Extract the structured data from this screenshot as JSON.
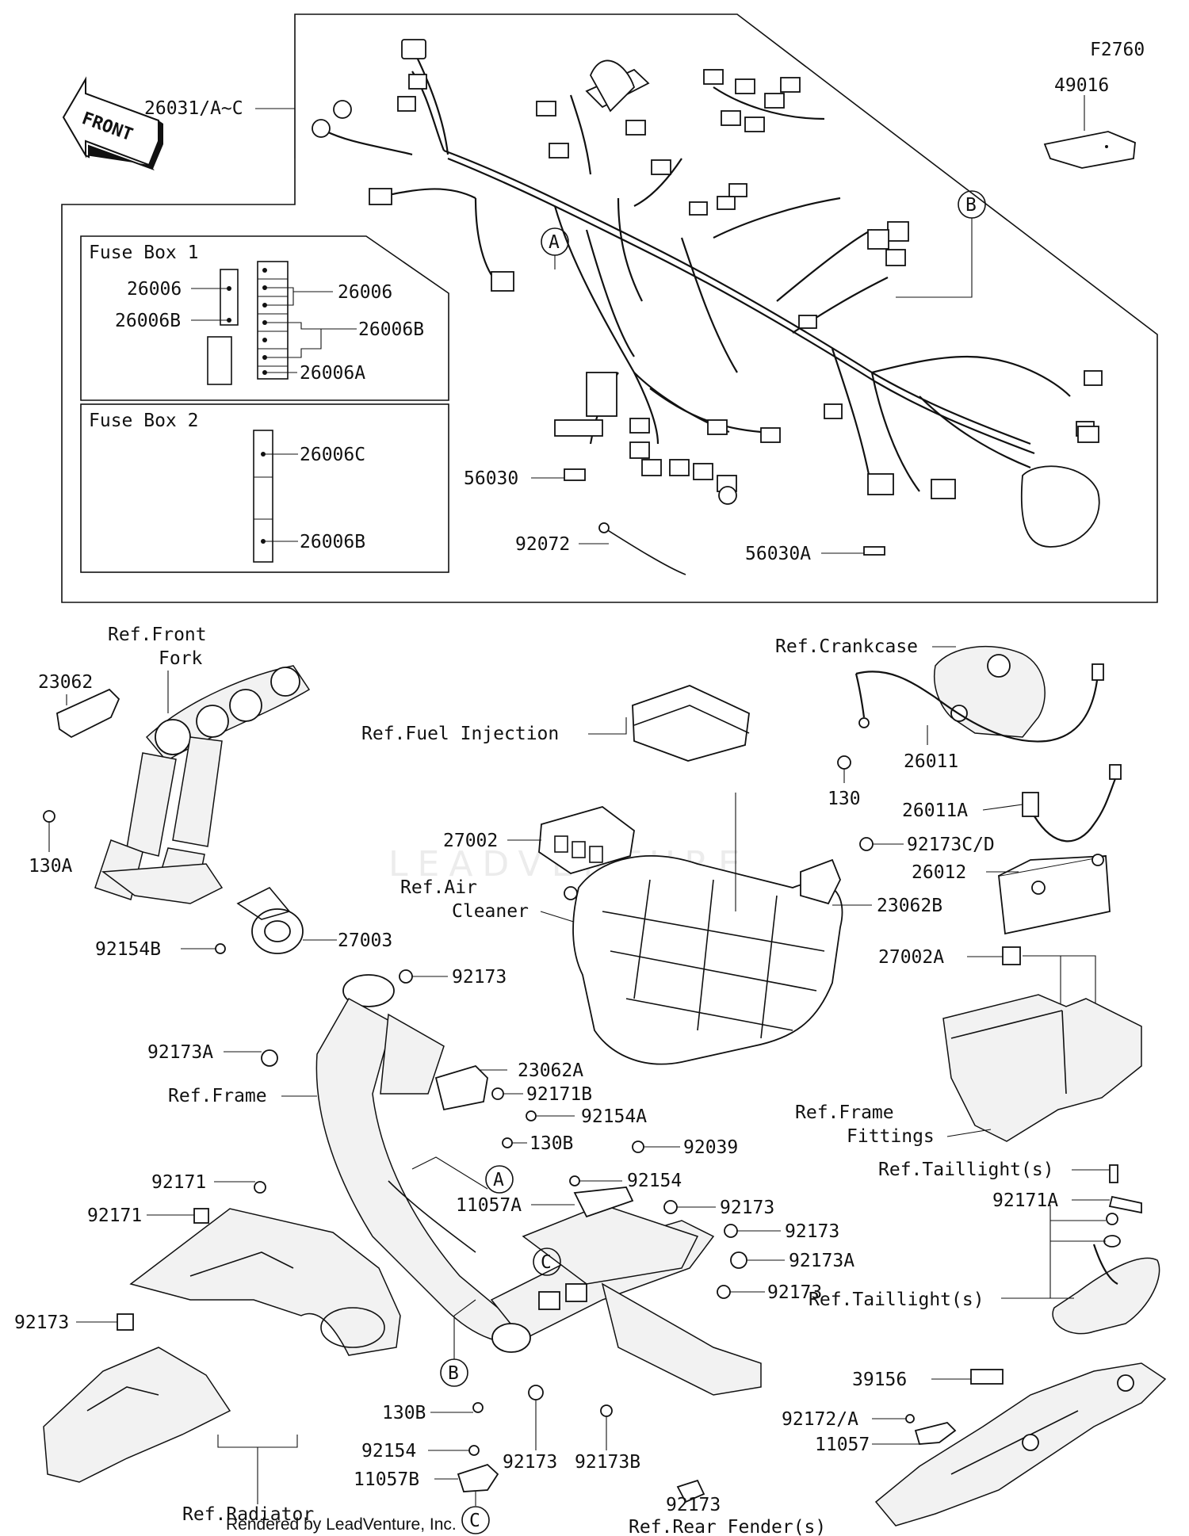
{
  "figure_id": "F2760",
  "front_label": "FRONT",
  "credit": "Rendered by LeadVenture, Inc.",
  "watermark": "LEADVENTURE",
  "fuse_box_1": {
    "title": "Fuse Box 1",
    "labels": [
      "26006",
      "26006B",
      "26006",
      "26006B",
      "26006A"
    ]
  },
  "fuse_box_2": {
    "title": "Fuse Box 2",
    "labels": [
      "26006C",
      "26006B"
    ]
  },
  "part_labels": {
    "harness": "26031/A~C",
    "cover_49016": "49016",
    "p56030": "56030",
    "p92072": "92072",
    "p56030A": "56030A",
    "callout_A_top": "A",
    "callout_B_top": "B",
    "ref_front_fork": [
      "Ref.Front",
      "Fork"
    ],
    "p23062": "23062",
    "p130A": "130A",
    "p92154B": "92154B",
    "p27003": "27003",
    "ref_fuel_injection": "Ref.Fuel Injection",
    "p27002": "27002",
    "ref_air_cleaner": [
      "Ref.Air",
      "Cleaner"
    ],
    "ref_crankcase": "Ref.Crankcase",
    "p130": "130",
    "p26011": "26011",
    "p26011A": "26011A",
    "p92173CD": "92173C/D",
    "p26012": "26012",
    "p23062B": "23062B",
    "p27002A": "27002A",
    "ref_frame_fittings": [
      "Ref.Frame",
      "Fittings"
    ],
    "p92173_a": "92173",
    "p92173A_a": "92173A",
    "ref_frame": "Ref.Frame",
    "p23062A": "23062A",
    "p92171B": "92171B",
    "p92154A": "92154A",
    "p130B_a": "130B",
    "p92039": "92039",
    "p92154_a": "92154",
    "callout_A_mid": "A",
    "p11057A": "11057A",
    "p92173_b": "92173",
    "p92173_c": "92173",
    "callout_C_mid": "C",
    "p92173A_b": "92173A",
    "p92173_d": "92173",
    "p92171_a": "92171",
    "p92171_b": "92171",
    "p92173_e": "92173",
    "callout_B_mid": "B",
    "p130B_b": "130B",
    "p92173_f": "92173",
    "p92173B": "92173B",
    "p92154_b": "92154",
    "p11057B": "11057B",
    "callout_C_bot": "C",
    "ref_radiator": "Ref.Radiator",
    "p92173_g": "92173",
    "ref_rear_fender": "Ref.Rear Fender(s)",
    "ref_taillight_top": "Ref.Taillight(s)",
    "p92171A": "92171A",
    "ref_taillight_mid": "Ref.Taillight(s)",
    "p39156": "39156",
    "p92172A": "92172/A",
    "p11057": "11057"
  }
}
